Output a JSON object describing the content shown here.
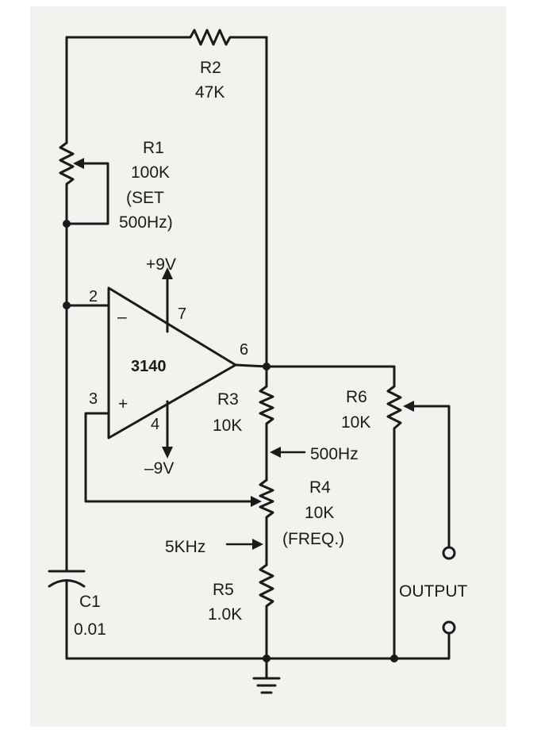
{
  "components": {
    "r1": {
      "ref": "R1",
      "value": "100K",
      "note_line1": "(SET",
      "note_line2": "500Hz)"
    },
    "r2": {
      "ref": "R2",
      "value": "47K"
    },
    "r3": {
      "ref": "R3",
      "value": "10K"
    },
    "r4": {
      "ref": "R4",
      "value": "10K",
      "note": "(FREQ.)"
    },
    "r5": {
      "ref": "R5",
      "value": "1.0K"
    },
    "r6": {
      "ref": "R6",
      "value": "10K"
    },
    "c1": {
      "ref": "C1",
      "value": "0.01"
    },
    "ic": {
      "part": "3140",
      "pin2": "2",
      "pin3": "3",
      "pin4": "4",
      "pin6": "6",
      "pin7": "7",
      "minus": "–",
      "plus": "+"
    }
  },
  "supply": {
    "pos": "+9V",
    "neg": "–9V"
  },
  "annotations": {
    "freq_low": "500Hz",
    "freq_high": "5KHz"
  },
  "output_label": "OUTPUT"
}
